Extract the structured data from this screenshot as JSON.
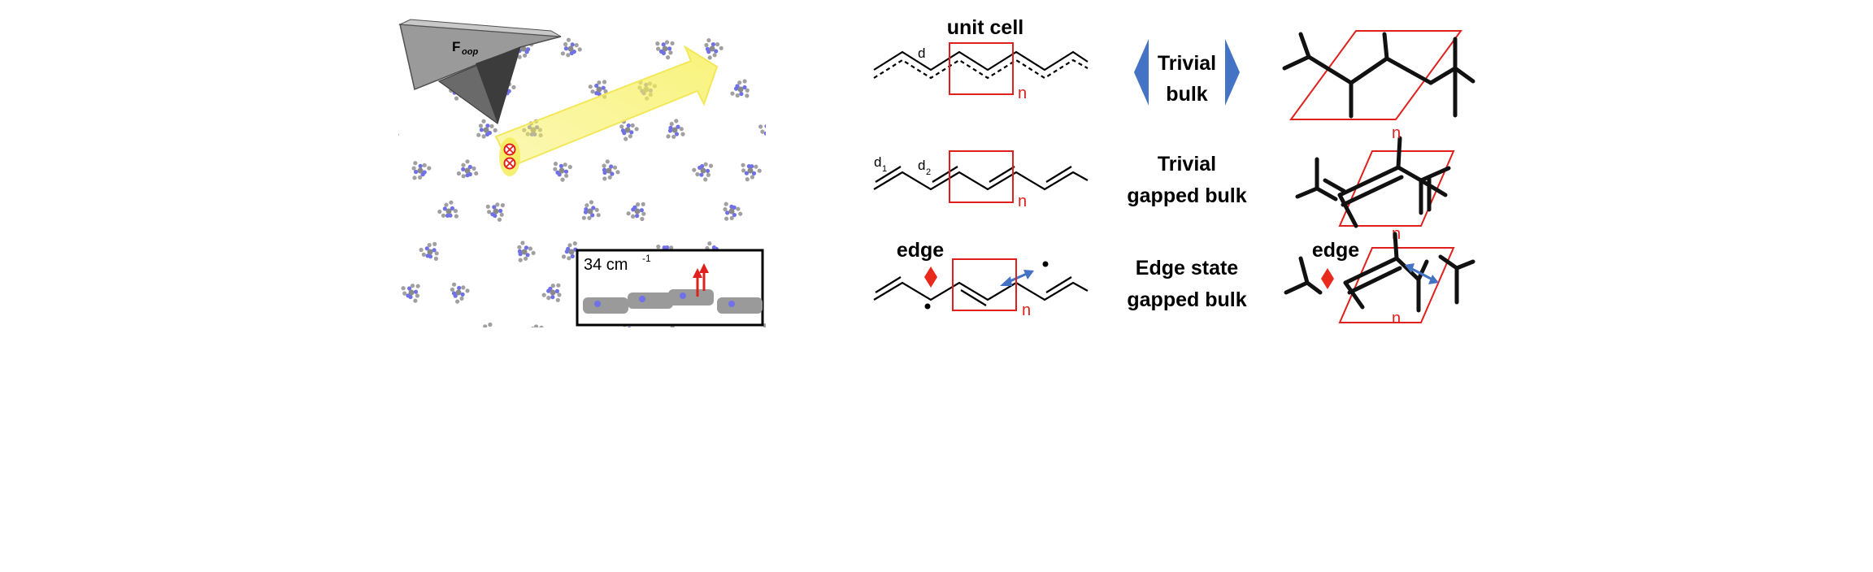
{
  "tip": {
    "force_main": "F",
    "force_sub": "oop"
  },
  "inset": {
    "frequency_value": "34 cm",
    "frequency_exp": "-1"
  },
  "chain_labels": {
    "unit_cell": "unit cell",
    "d": "d",
    "d1_main": "d",
    "d1_sub": "1",
    "d2_main": "d",
    "d2_sub": "2",
    "n": "n",
    "edge": "edge"
  },
  "rows": [
    {
      "line1": "Trivial",
      "line2": "bulk"
    },
    {
      "line1": "Trivial",
      "line2": "gapped bulk"
    },
    {
      "line1": "Edge state",
      "line2": "gapped bulk"
    }
  ],
  "colors": {
    "accent_blue": "#4472c4",
    "accent_red": "#e0201c",
    "edge_diamond": "#e8291c",
    "highlight_yellow": "#f7f05a",
    "atom_n": "#7070e8",
    "atom_c": "#a0a0a0"
  }
}
